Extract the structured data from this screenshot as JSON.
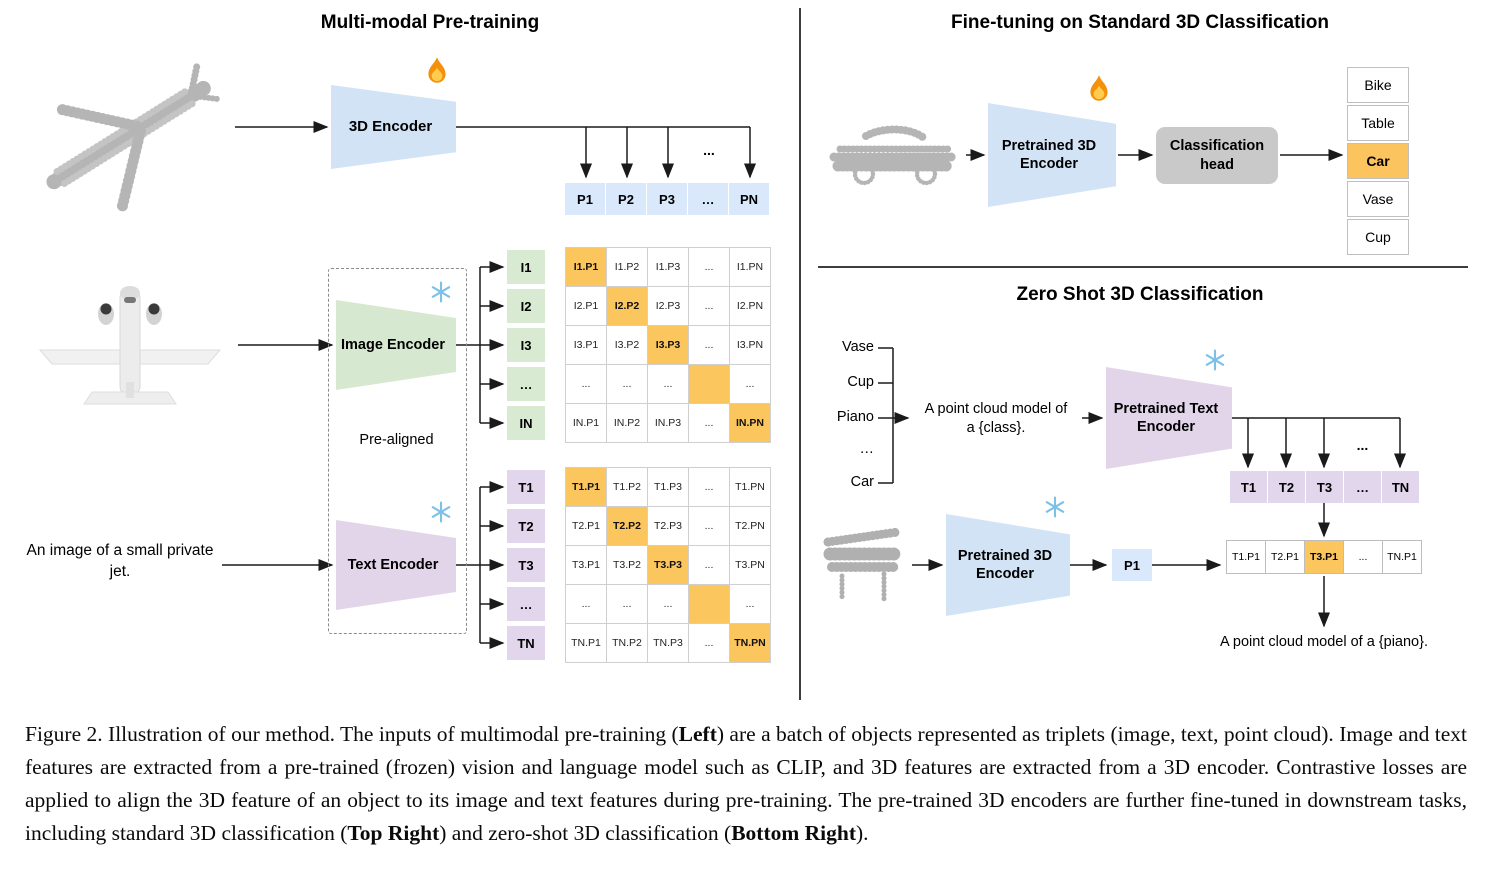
{
  "colors": {
    "highlight_orange": "#FBC65F",
    "cell_blue": "#D9E8FB",
    "cell_green": "#D9EAD3",
    "cell_purple": "#E2D6EC",
    "encoder_blue": "#D2E3F6",
    "encoder_green": "#D7E8D0",
    "encoder_purple": "#E2D5EA",
    "head_gray": "#C9C9C9"
  },
  "left": {
    "title": "Multi-modal Pre-training",
    "pre_aligned": "Pre-aligned",
    "text_input": "An image of a small private jet.",
    "dots": "...",
    "encoder_3d": {
      "label": "3D Encoder",
      "icon": "fire"
    },
    "encoder_image": {
      "label": "Image Encoder",
      "icon": "snowflake"
    },
    "encoder_text": {
      "label": "Text Encoder",
      "icon": "snowflake"
    },
    "p_row": [
      "P1",
      "P2",
      "P3",
      "…",
      "PN"
    ],
    "i_labels": [
      "I1",
      "I2",
      "I3",
      "…",
      "IN"
    ],
    "t_labels": [
      "T1",
      "T2",
      "T3",
      "…",
      "TN"
    ],
    "i_matrix": [
      [
        "I1.P1",
        "I1.P2",
        "I1.P3",
        "...",
        "I1.PN"
      ],
      [
        "I2.P1",
        "I2.P2",
        "I2.P3",
        "...",
        "I2.PN"
      ],
      [
        "I3.P1",
        "I3.P2",
        "I3.P3",
        "...",
        "I3.PN"
      ],
      [
        "...",
        "...",
        "...",
        "",
        "..."
      ],
      [
        "IN.P1",
        "IN.P2",
        "IN.P3",
        "...",
        "IN.PN"
      ]
    ],
    "t_matrix": [
      [
        "T1.P1",
        "T1.P2",
        "T1.P3",
        "...",
        "T1.PN"
      ],
      [
        "T2.P1",
        "T2.P2",
        "T2.P3",
        "...",
        "T2.PN"
      ],
      [
        "T3.P1",
        "T3.P2",
        "T3.P3",
        "...",
        "T3.PN"
      ],
      [
        "...",
        "...",
        "...",
        "",
        "..."
      ],
      [
        "TN.P1",
        "TN.P2",
        "TN.P3",
        "...",
        "TN.PN"
      ]
    ]
  },
  "finetune": {
    "title": "Fine-tuning on Standard 3D Classification",
    "encoder": {
      "label": "Pretrained 3D Encoder",
      "icon": "fire"
    },
    "head": "Classification head",
    "classes": [
      "Bike",
      "Table",
      "Car",
      "Vase",
      "Cup"
    ],
    "highlighted_class": "Car"
  },
  "zeroshot": {
    "title": "Zero Shot 3D Classification",
    "classes": [
      "Vase",
      "Cup",
      "Piano",
      "…",
      "Car"
    ],
    "prompt_line1": "A point cloud model of",
    "prompt_line2": "a {class}.",
    "text_encoder": {
      "label": "Pretrained Text Encoder",
      "icon": "snowflake"
    },
    "pc_encoder": {
      "label": "Pretrained 3D Encoder",
      "icon": "snowflake"
    },
    "t_row": [
      "T1",
      "T2",
      "T3",
      "…",
      "TN"
    ],
    "dots": "...",
    "p_cell": "P1",
    "result_row": [
      "T1.P1",
      "T2.P1",
      "T3.P1",
      "...",
      "TN.P1"
    ],
    "result_caption": "A point cloud model of a {piano}."
  },
  "caption": {
    "segments": [
      {
        "text": "Figure 2. Illustration of our method. The inputs of multimodal pre-training (",
        "bold": false
      },
      {
        "text": "Left",
        "bold": true
      },
      {
        "text": ") are a batch of objects represented as triplets (image, text, point cloud). Image and text features are extracted from a pre-trained (frozen) vision and language model such as CLIP, and 3D features are extracted from a 3D encoder. Contrastive losses are applied to align the 3D feature of an object to its image and text features during pre-training. The pre-trained 3D encoders are further fine-tuned in downstream tasks, including standard 3D classification (",
        "bold": false
      },
      {
        "text": "Top Right",
        "bold": true
      },
      {
        "text": ") and zero-shot 3D classification (",
        "bold": false
      },
      {
        "text": "Bottom Right",
        "bold": true
      },
      {
        "text": ").",
        "bold": false
      }
    ]
  }
}
